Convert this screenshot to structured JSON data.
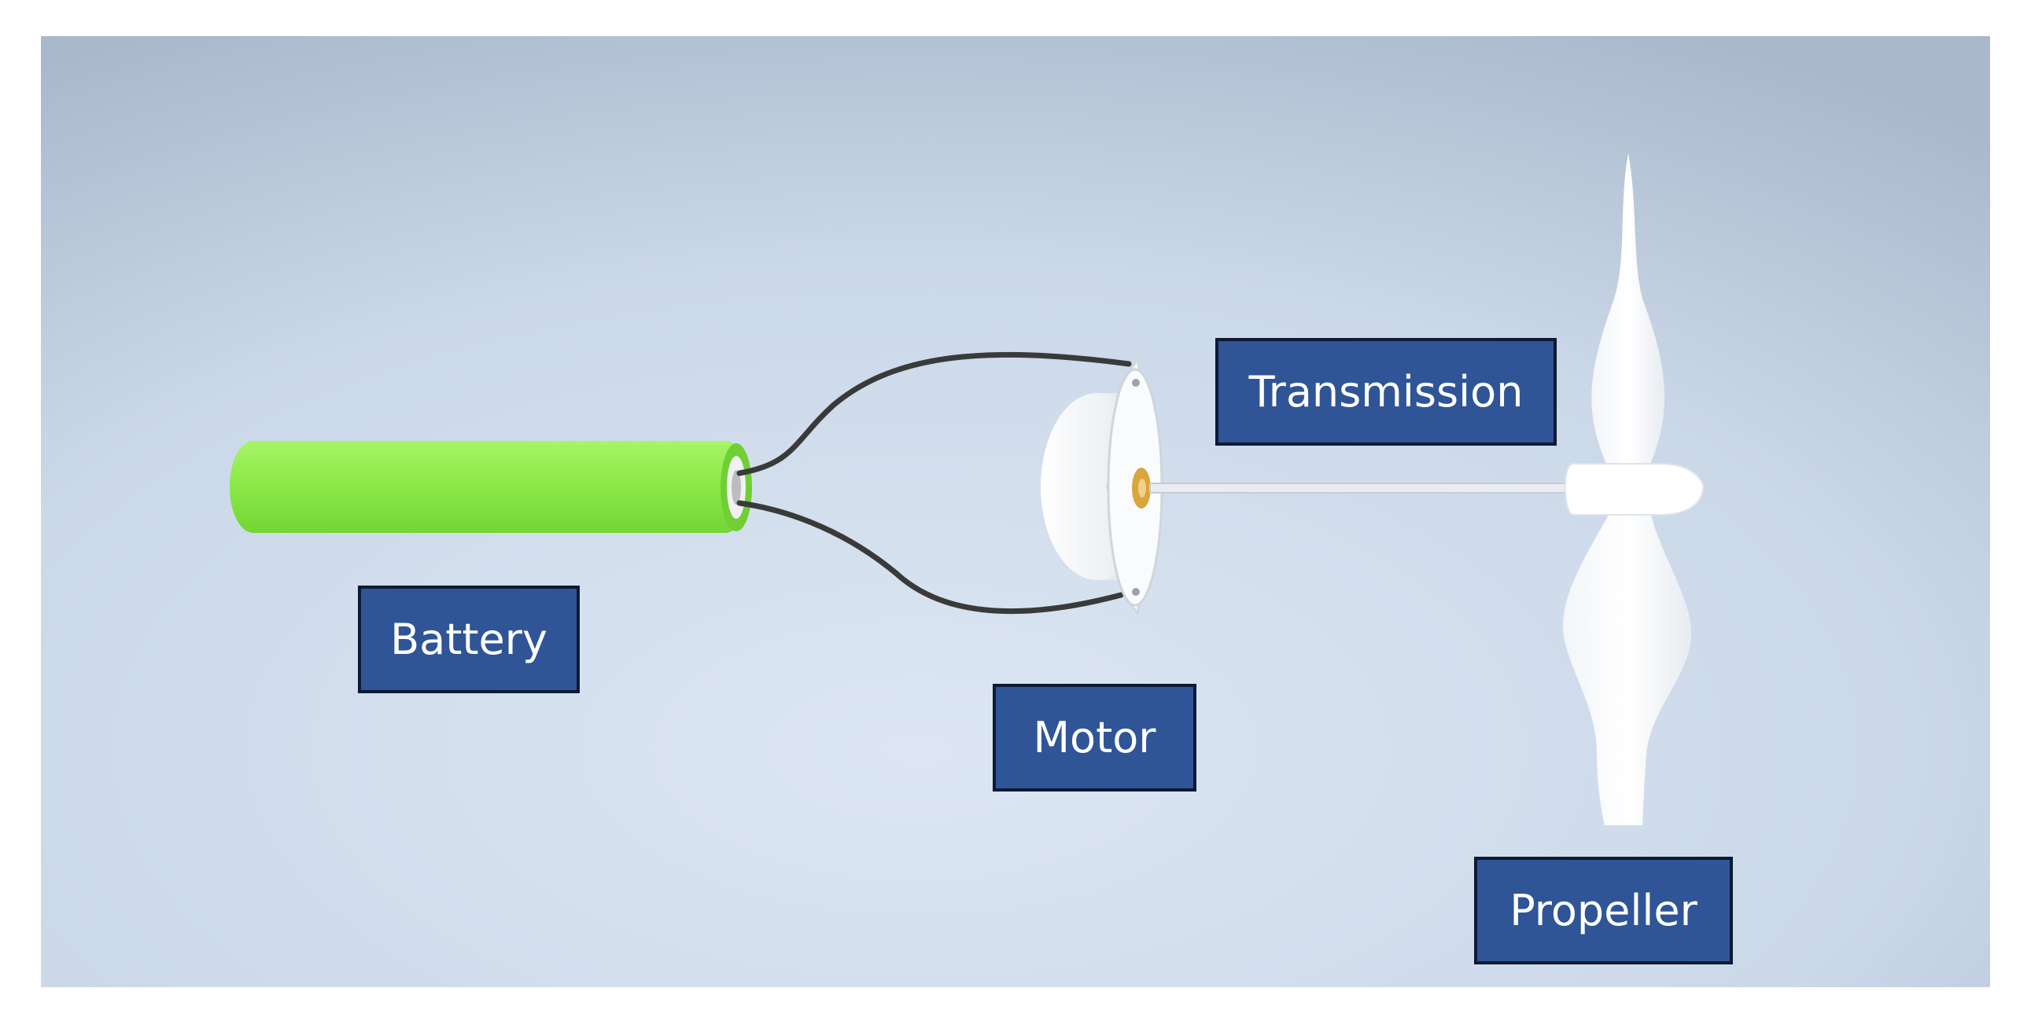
{
  "colors": {
    "background_center": "#dce6f3",
    "background_edge": "#a9b8cc",
    "label_fill": "#2f5597",
    "label_border": "#0c1a33",
    "label_text": "#ffffff",
    "battery": "#8ee84a",
    "wire": "#3a3a3a",
    "motor_body": "#f4f5f7",
    "motor_shaft": "#e0b04a",
    "propeller": "#ffffff"
  },
  "labels": {
    "battery": "Battery",
    "motor": "Motor",
    "transmission": "Transmission",
    "propeller": "Propeller"
  },
  "components": [
    {
      "name": "battery",
      "icon": "battery-cylinder"
    },
    {
      "name": "wires",
      "icon": "two-wire-connector"
    },
    {
      "name": "motor",
      "icon": "dc-motor"
    },
    {
      "name": "transmission",
      "icon": "drive-shaft"
    },
    {
      "name": "propeller",
      "icon": "two-blade-propeller"
    }
  ]
}
